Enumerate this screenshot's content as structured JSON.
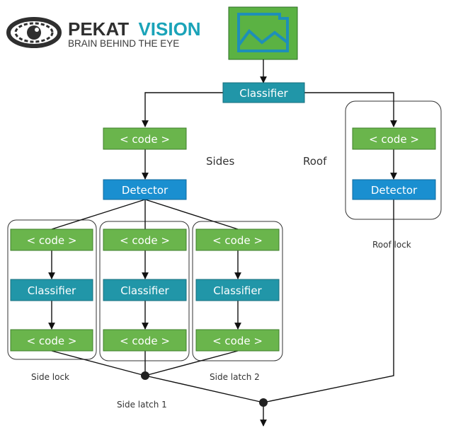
{
  "logo": {
    "brand_left": "PEKAT",
    "brand_right": "VISION",
    "tagline": "BRAIN BEHIND THE EYE",
    "colors": {
      "dark": "#2f2f2f",
      "accent": "#1aa3b8"
    }
  },
  "nodes": {
    "root_classifier": "Classifier",
    "sides_code": "< code >",
    "sides_detector": "Detector",
    "roof_code": "< code >",
    "roof_detector": "Detector",
    "lanes": [
      {
        "code_top": "< code >",
        "classifier": "Classifier",
        "code_bottom": "< code >"
      },
      {
        "code_top": "< code >",
        "classifier": "Classifier",
        "code_bottom": "< code >"
      },
      {
        "code_top": "< code >",
        "classifier": "Classifier",
        "code_bottom": "< code >"
      }
    ]
  },
  "labels": {
    "sides": "Sides",
    "roof": "Roof",
    "roof_lock": "Roof lock",
    "side_lock": "Side lock",
    "side_latch_1": "Side latch 1",
    "side_latch_2": "Side latch 2"
  },
  "colors": {
    "code": "#6ab54c",
    "classifier": "#2196a8",
    "detector": "#1a8fd0",
    "image_icon_bg": "#5bb243"
  }
}
